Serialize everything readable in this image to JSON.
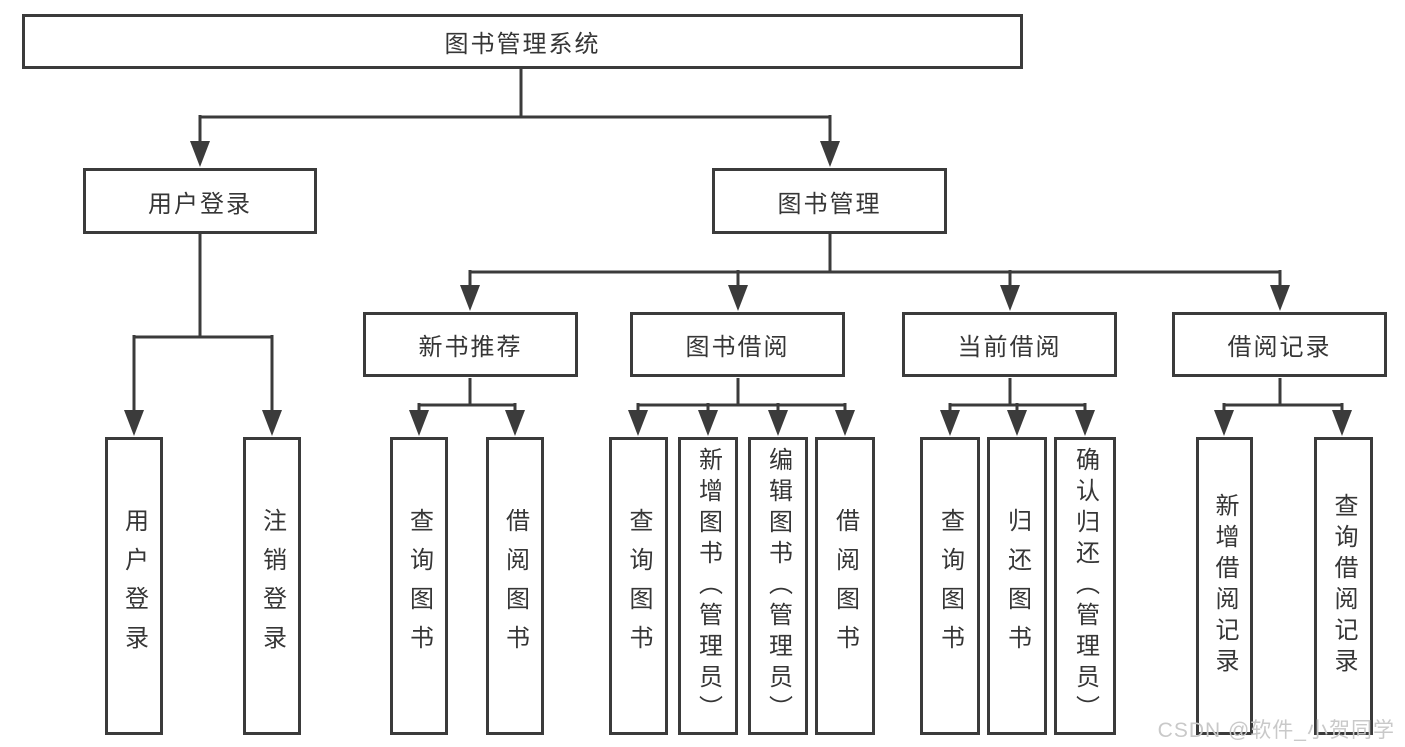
{
  "diagram": {
    "root": "图书管理系统",
    "level2": {
      "user_login": "用户登录",
      "book_mgmt": "图书管理"
    },
    "level3": {
      "new_books": "新书推荐",
      "book_borrow": "图书借阅",
      "current_borrow": "当前借阅",
      "borrow_records": "借阅记录"
    },
    "leaves": {
      "user_login": [
        "用户登录",
        "注销登录"
      ],
      "new_books": [
        "查询图书",
        "借阅图书"
      ],
      "book_borrow": [
        "查询图书",
        "新增图书（管理员）",
        "编辑图书（管理员）",
        "借阅图书"
      ],
      "current_borrow": [
        "查询图书",
        "归还图书",
        "确认归还（管理员）"
      ],
      "borrow_records": [
        "新增借阅记录",
        "查询借阅记录"
      ]
    }
  },
  "colors": {
    "line": "#3b3b3b",
    "border": "#3b3b3b",
    "text": "#363636",
    "watermark": "#c9c9c9",
    "background": "#ffffff"
  },
  "watermark": {
    "text": "CSDN @软件_小贺同学"
  }
}
